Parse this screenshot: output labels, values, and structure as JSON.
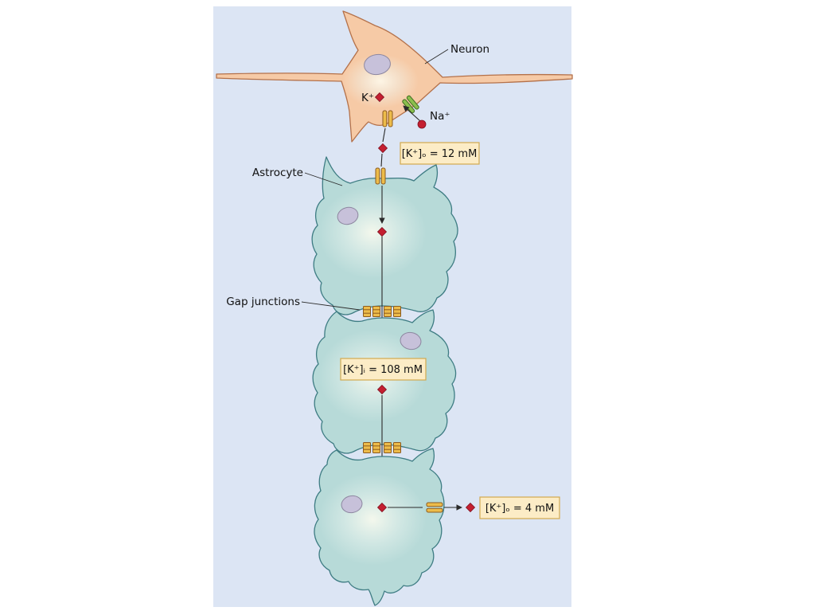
{
  "labels": {
    "neuron": "Neuron",
    "astrocyte": "Astrocyte",
    "gap_junctions": "Gap junctions",
    "k_ion": "K⁺",
    "na_ion": "Na⁺"
  },
  "callouts": {
    "k_out_high": "[K⁺]ₒ = 12 mM",
    "k_in": "[K⁺]ᵢ = 108 mM",
    "k_out_low": "[K⁺]ₒ = 4 mM"
  },
  "colors": {
    "panel_bg": "#dce5f4",
    "neuron_fill": "#f6caa6",
    "neuron_stroke": "#b4714a",
    "astro_fill": "#b7dad8",
    "astro_stroke": "#3e7c83",
    "nucleus_fill": "#c7c1da",
    "nucleus_stroke": "#8d87a0",
    "ion_red": "#c41f30",
    "ion_red_dark": "#7e1020",
    "channel_orange": "#edbc4a",
    "channel_brown": "#8c5a1e",
    "channel_green": "#8bbf4e",
    "channel_green_dark": "#3f6d22",
    "callout_fill": "#fcecc6",
    "callout_stroke": "#d2a94f",
    "line_dark": "#2a2a2a"
  }
}
